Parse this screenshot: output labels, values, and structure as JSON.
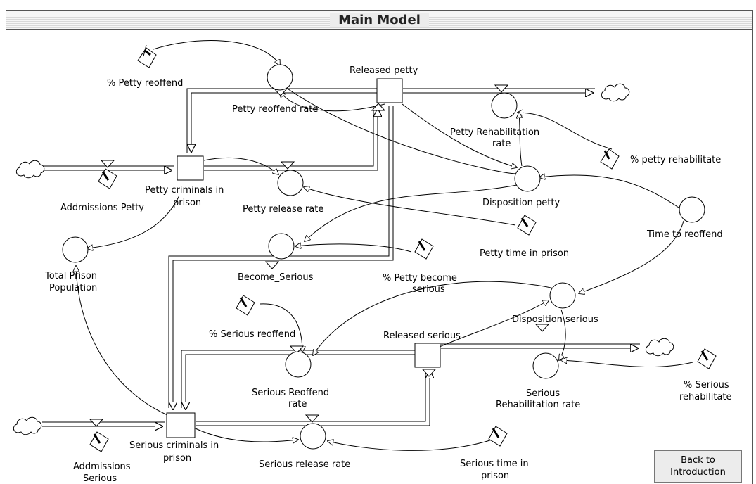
{
  "window": {
    "title": "Main Model"
  },
  "labels": {
    "petty_reoffend_pct": "% Petty reoffend",
    "released_petty": "Released petty",
    "petty_reoffend_rate": "Petty reoffend rate",
    "petty_rehab_rate_1": "Petty Rehabilitation",
    "petty_rehab_rate_2": "rate",
    "petty_rehabilitate_pct": "% petty rehabilitate",
    "admissions_petty": "Addmissions Petty",
    "petty_criminals_1": "Petty criminals in",
    "petty_criminals_2": "prison",
    "petty_release_rate": "Petty release rate",
    "disposition_petty": "Disposition petty",
    "petty_time_in_prison": "Petty time in prison",
    "time_to_reoffend": "Time to reoffend",
    "total_prison_1": "Total Prison",
    "total_prison_2": "Population",
    "become_serious": "Become_Serious",
    "petty_become_serious_1": "% Petty become",
    "petty_become_serious_2": "serious",
    "serious_reoffend_pct": "% Serious reoffend",
    "released_serious": "Released serious",
    "disposition_serious": "Disposition serious",
    "serious_reoffend_rate_1": "Serious Reoffend",
    "serious_reoffend_rate_2": "rate",
    "serious_rehab_rate_1": "Serious",
    "serious_rehab_rate_2": "Rehabilitation rate",
    "serious_rehabilitate_pct_1": "% Serious",
    "serious_rehabilitate_pct_2": "rehabilitate",
    "admissions_serious_1": "Addmissions",
    "admissions_serious_2": "Serious",
    "serious_criminals_1": "Serious criminals in",
    "serious_criminals_2": "prison",
    "serious_release_rate": "Serious release rate",
    "serious_time_in_prison_1": "Serious time in",
    "serious_time_in_prison_2": "prison"
  },
  "back_button": {
    "line1": "Back to",
    "line2": "Introduction"
  }
}
